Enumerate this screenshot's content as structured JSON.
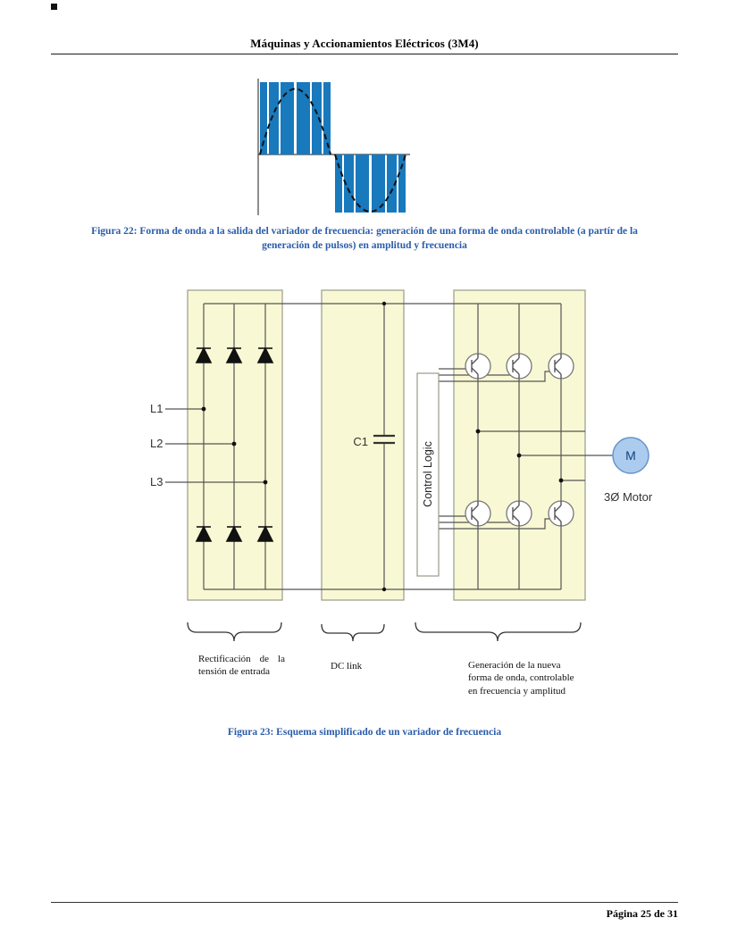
{
  "header": {
    "title": "Máquinas y Accionamientos Eléctricos (3M4)"
  },
  "figure22": {
    "caption": "Figura 22: Forma de onda a la salida del variador de frecuencia: generación de una forma de onda controlable (a partír de la generación de pulsos) en amplitud y frecuencia"
  },
  "diagram": {
    "inputs": [
      "L1",
      "L2",
      "L3"
    ],
    "capacitor_label": "C1",
    "control_logic_label": "Control Logic",
    "motor_label": "M",
    "motor_caption": "3Ø Motor",
    "labels": {
      "rectifier": "Rectificación de la tensión de entrada",
      "dc_link": "DC link",
      "inverter": "Generación de la nueva forma de onda, controlable en frecuencia y amplitud"
    }
  },
  "figure23": {
    "caption": "Figura 23: Esquema simplificado de un variador de frecuencia"
  },
  "footer": {
    "page_label": "Página 25 de 31"
  },
  "colors": {
    "caption_blue": "#2a5caa",
    "pwm_blue": "#1879bd",
    "box_yellow": "#f9f8d4",
    "box_border": "#9a9a8a",
    "motor_blue": "#abccee",
    "motor_border": "#6a93c8"
  }
}
